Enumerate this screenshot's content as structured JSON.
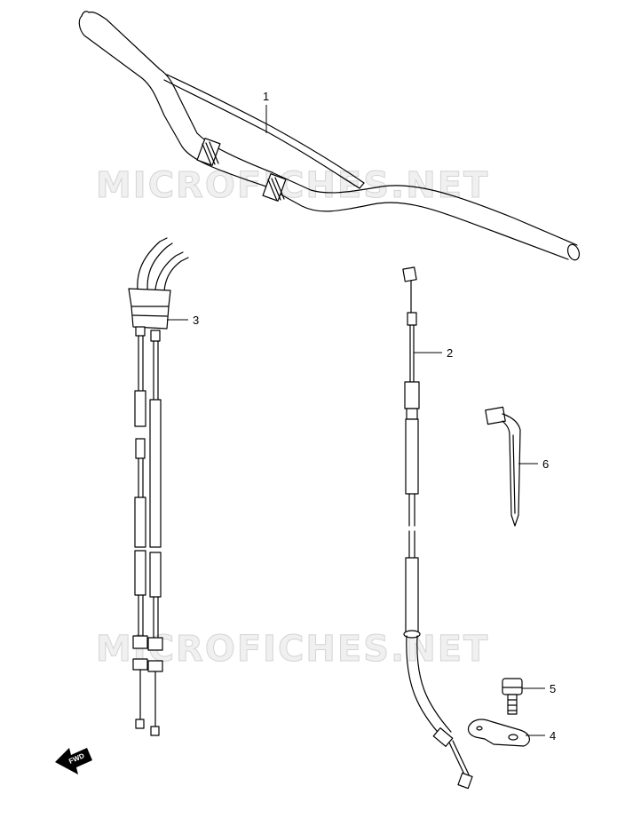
{
  "watermarks": [
    "MICROFICHES.NET",
    "MICROFICHES.NET"
  ],
  "callouts": [
    {
      "label": "1",
      "part": "handlebar"
    },
    {
      "label": "2",
      "part": "clutch-cable"
    },
    {
      "label": "3",
      "part": "throttle-cable"
    },
    {
      "label": "4",
      "part": "cable-bracket"
    },
    {
      "label": "5",
      "part": "bolt"
    },
    {
      "label": "6",
      "part": "cable-guide"
    }
  ],
  "direction_marker": {
    "label": "FWD"
  }
}
